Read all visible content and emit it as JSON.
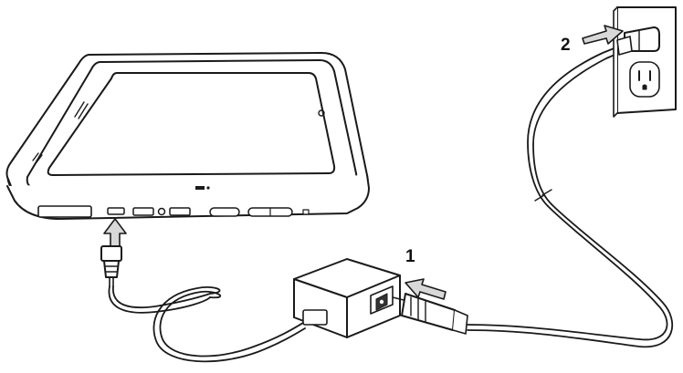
{
  "steps": [
    {
      "label": "1",
      "target": "ac-cord-to-power-adapter"
    },
    {
      "label": "2",
      "target": "ac-plug-to-wall-outlet"
    }
  ],
  "icons": [
    "tablet-icon",
    "power-adapter-icon",
    "wall-outlet-icon",
    "ac-plug-icon",
    "dc-connector-icon",
    "insert-arrow-icon"
  ],
  "colors": {
    "line": "#1a1a1a",
    "arrow_fill": "#d8d8d8",
    "screen_fill": "#ffffff",
    "body_fill": "#ffffff"
  }
}
